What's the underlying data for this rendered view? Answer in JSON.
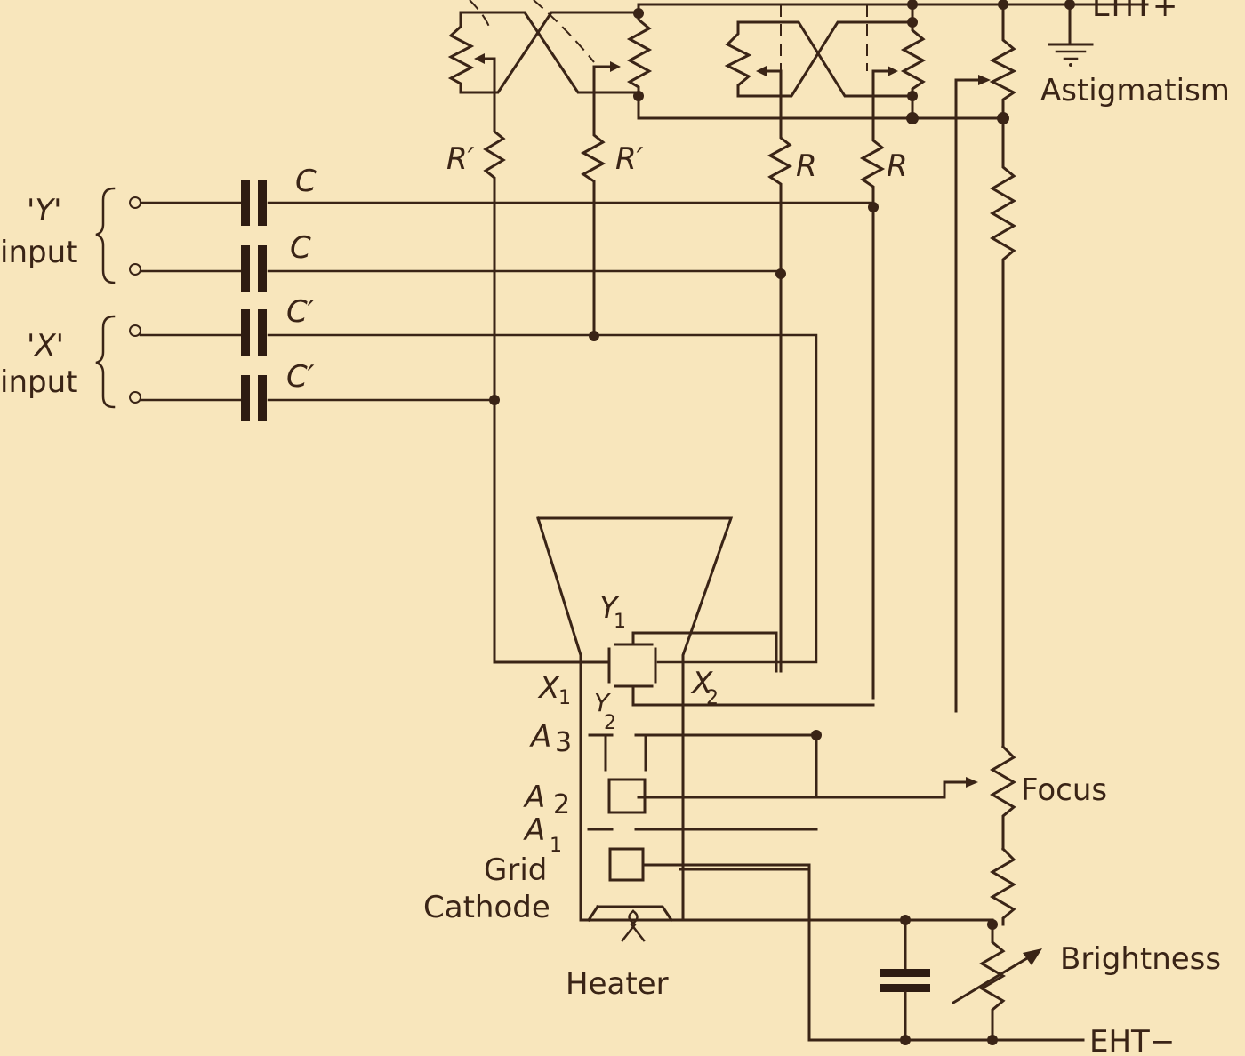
{
  "diagram": {
    "title": "CRT deflection, focus and brightness circuit",
    "colors": {
      "background": "#f8e6bc",
      "ink": "#3a2416"
    },
    "supply": {
      "positive": "EHT+",
      "negative": "EHT−"
    },
    "inputs": {
      "y": {
        "name": "'Y'",
        "word": "input"
      },
      "x": {
        "name": "'X'",
        "word": "input"
      }
    },
    "capacitors": [
      "C",
      "C",
      "C′",
      "C′"
    ],
    "resistors": [
      "R′",
      "R′",
      "R",
      "R"
    ],
    "controls": {
      "astigmatism": "Astigmatism",
      "focus": "Focus",
      "brightness": "Brightness"
    },
    "tube": {
      "electrodes": {
        "y1": {
          "base": "Y",
          "sub": "1"
        },
        "y2": {
          "base": "Y",
          "sub": "2"
        },
        "x1": {
          "base": "X",
          "sub": "1"
        },
        "x2": {
          "base": "X",
          "sub": "2"
        },
        "a3": {
          "base": "A",
          "sub": "3"
        },
        "a2": {
          "base": "A",
          "sub": "2"
        },
        "a1": {
          "base": "A",
          "sub": "1"
        }
      },
      "grid": "Grid",
      "cathode": "Cathode",
      "heater": "Heater"
    }
  }
}
